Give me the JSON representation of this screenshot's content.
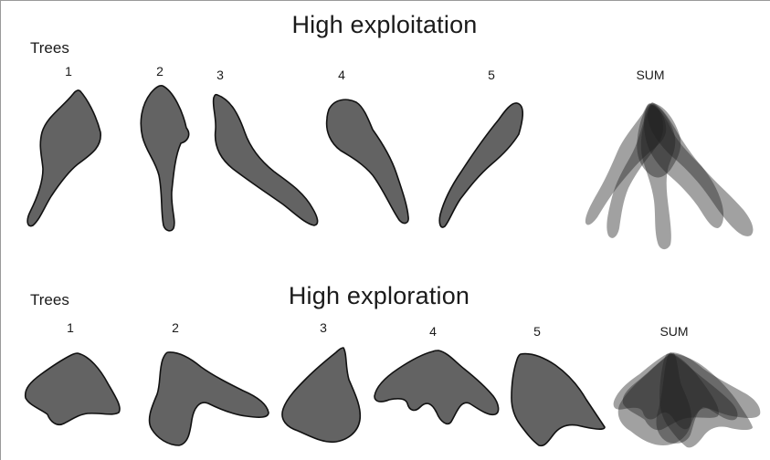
{
  "panels": [
    {
      "title": "High exploitation",
      "trees_label": "Trees",
      "tree_labels": [
        "1",
        "2",
        "3",
        "4",
        "5"
      ],
      "sum_label": "SUM"
    },
    {
      "title": "High exploration",
      "trees_label": "Trees",
      "tree_labels": [
        "1",
        "2",
        "3",
        "4",
        "5"
      ],
      "sum_label": "SUM"
    }
  ],
  "colors": {
    "shape_fill": "#636363",
    "shape_outline": "#111111",
    "sum_overlay": "#1e1e1e"
  }
}
